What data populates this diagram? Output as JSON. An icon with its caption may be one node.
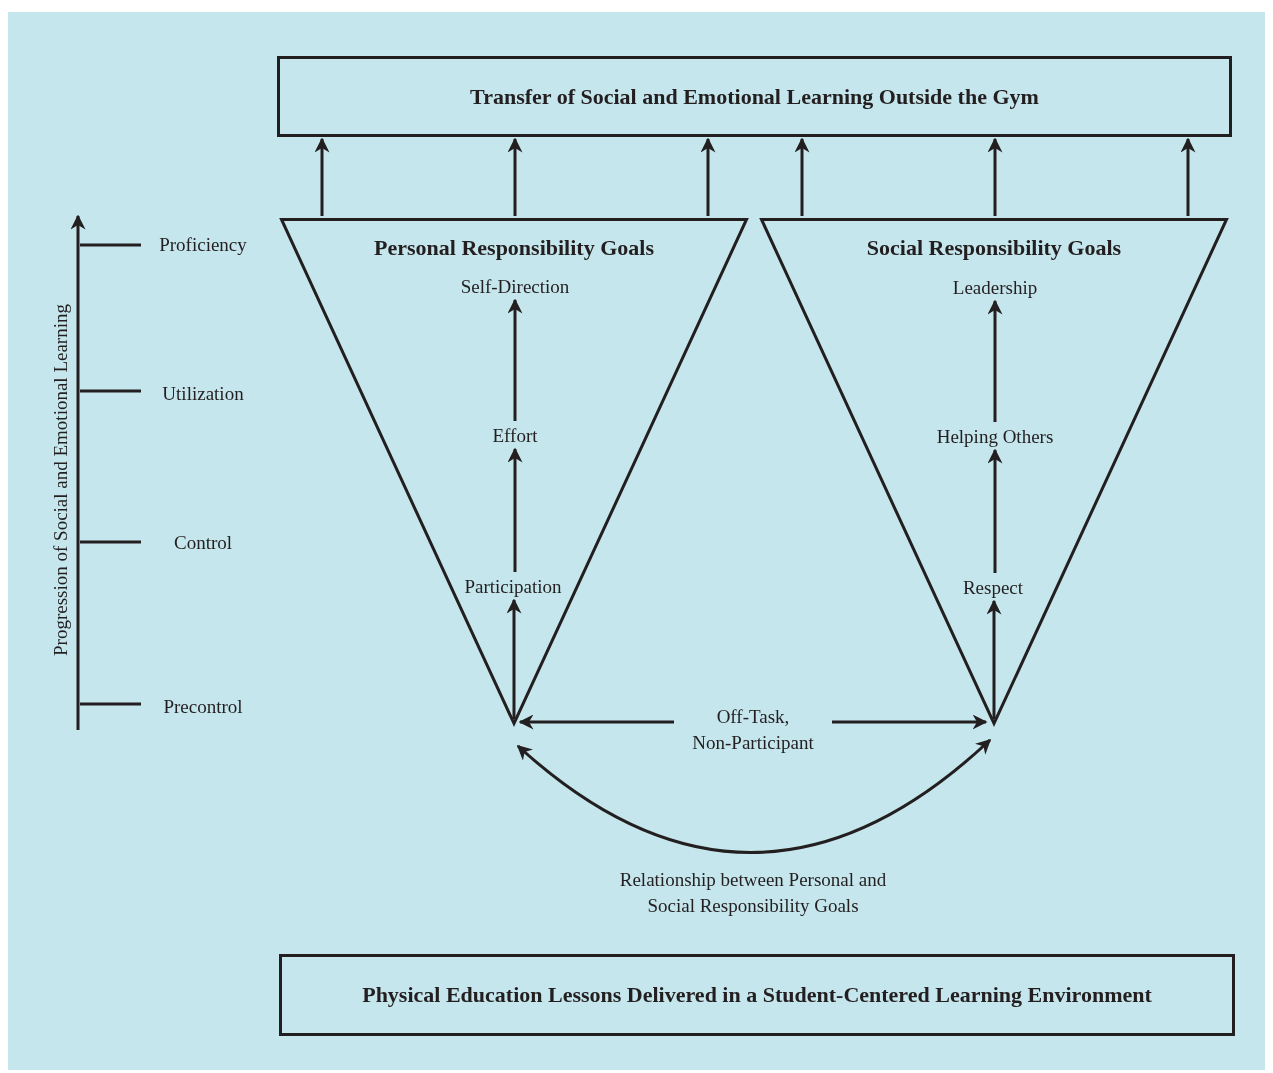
{
  "diagram": {
    "nodes": [
      {
        "text": [
          "Transfer of Social and Emotional Learning Outside the Gym"
        ]
      },
      {
        "text": [
          "Personal Responsibility Goals"
        ]
      },
      {
        "text": [
          "Self-Direction"
        ],
        "in": 1
      },
      {
        "text": [
          "Effort"
        ],
        "in": 1
      },
      {
        "text": [
          "Participation"
        ],
        "in": 1
      },
      {
        "text": [
          "Social Responsibility Goals"
        ]
      },
      {
        "text": [
          "Leadership"
        ],
        "in": 5
      },
      {
        "text": [
          "Helping Others"
        ],
        "in": 5
      },
      {
        "text": [
          "Respect"
        ],
        "in": 5
      },
      {
        "text": [
          "Off-Task, Non-Participant"
        ]
      },
      {
        "text": [
          "Physical Education Lessons Delivered in a Student-Centered Learning Environment"
        ]
      }
    ],
    "edges": [
      {
        "from": 1,
        "to": 0,
        "arrow": "to"
      },
      {
        "from": 1,
        "to": 0,
        "arrow": "to"
      },
      {
        "from": 1,
        "to": 0,
        "arrow": "to"
      },
      {
        "from": 5,
        "to": 0,
        "arrow": "to"
      },
      {
        "from": 5,
        "to": 0,
        "arrow": "to"
      },
      {
        "from": 5,
        "to": 0,
        "arrow": "to"
      },
      {
        "from": 1,
        "to": 4,
        "arrow": "to"
      },
      {
        "from": 4,
        "to": 3,
        "arrow": "to"
      },
      {
        "from": 3,
        "to": 2,
        "arrow": "to"
      },
      {
        "from": 5,
        "to": 8,
        "arrow": "to"
      },
      {
        "from": 8,
        "to": 7,
        "arrow": "to"
      },
      {
        "from": 7,
        "to": 6,
        "arrow": "to"
      },
      {
        "from": 9,
        "to": 1,
        "arrow": "to"
      },
      {
        "from": 9,
        "to": 5,
        "arrow": "to"
      },
      {
        "from": 1,
        "to": 5,
        "arrow": "both"
      }
    ],
    "labels": [
      "Progression of Social and Emotional Learning",
      "Proficiency",
      "Utilization",
      "Control",
      "Precontrol",
      "Relationship between Personal and Social Responsibility Goals"
    ]
  }
}
